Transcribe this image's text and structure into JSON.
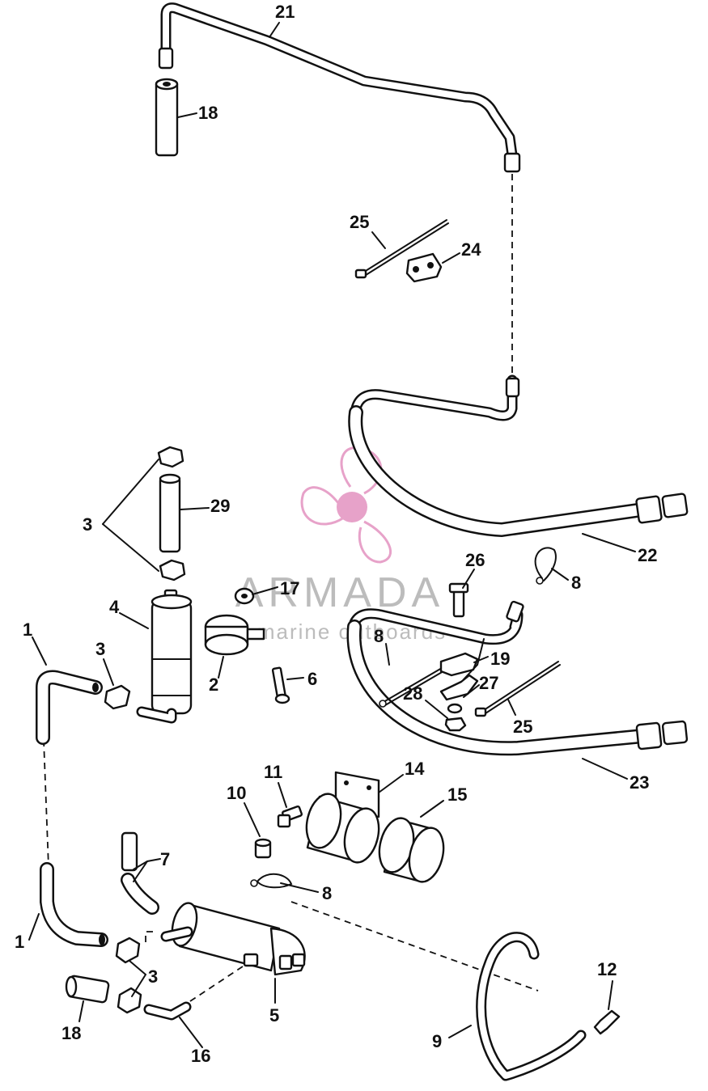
{
  "watermark": {
    "brand": "ARMADA",
    "tagline": "marine outboards",
    "logo_color": "#e7a2c9",
    "text_color": "#bcbcbc"
  },
  "callouts": {
    "c1a": "1",
    "c1b": "1",
    "c2": "2",
    "c3a": "3",
    "c3b": "3",
    "c3c": "3",
    "c4": "4",
    "c5": "5",
    "c6": "6",
    "c7": "7",
    "c8a": "8",
    "c8b": "8",
    "c8c": "8",
    "c9": "9",
    "c10": "10",
    "c11": "11",
    "c12": "12",
    "c14": "14",
    "c15": "15",
    "c16": "16",
    "c17": "17",
    "c18a": "18",
    "c18b": "18",
    "c19": "19",
    "c21": "21",
    "c22": "22",
    "c23": "23",
    "c24": "24",
    "c25a": "25",
    "c25b": "25",
    "c26": "26",
    "c27": "27",
    "c28": "28",
    "c29": "29"
  }
}
